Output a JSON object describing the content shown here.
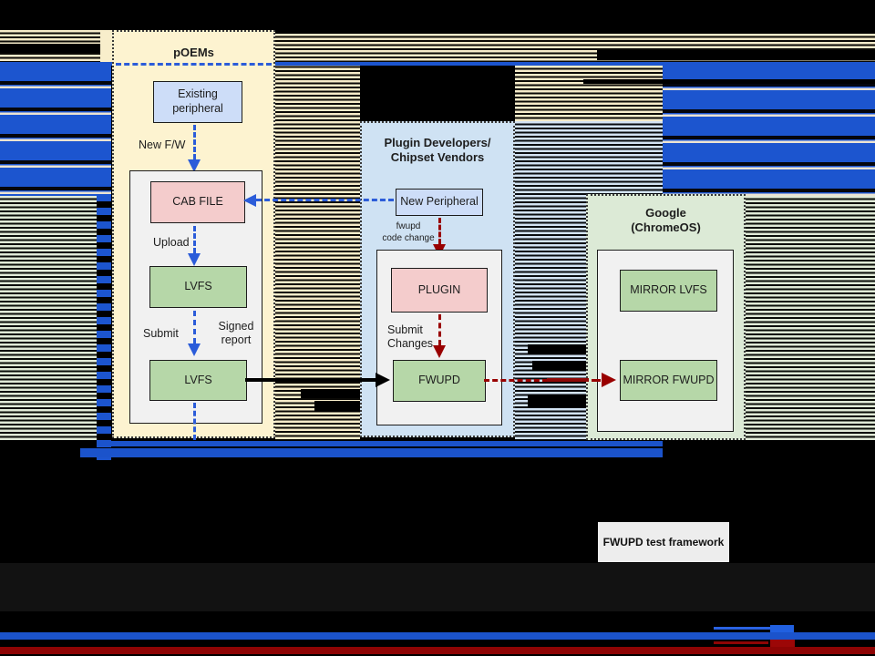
{
  "diagram": {
    "poems": {
      "title": "pOEMs",
      "existing_peripheral": "Existing\nperipheral",
      "new_fw": "New F/W",
      "cab_file": "CAB FILE",
      "upload": "Upload",
      "lvfs_upper": "LVFS",
      "submit": "Submit",
      "signed_report": "Signed\nreport",
      "lvfs_lower": "LVFS"
    },
    "plugin": {
      "title": "Plugin Developers/\nChipset Vendors",
      "new_peripheral": "New Peripheral",
      "fwupd_code_change": "fwupd\ncode change",
      "plugin_box": "PLUGIN",
      "submit_changes": "Submit\nChanges",
      "fwupd_box": "FWUPD"
    },
    "google": {
      "title": "Google\n(ChromeOS)",
      "mirror_lvfs": "MIRROR LVFS",
      "mirror_fwupd": "MIRROR FWUPD"
    },
    "test_framework": "FWUPD test framework",
    "colors": {
      "background": "#000000",
      "glitch_blue": "#1c55cf",
      "glitch_tan": "#f6ecca",
      "glitch_green": "#e0ead7",
      "glitch_lightblue": "#d3e3f3",
      "panel_cream": "#fdf3d0",
      "panel_blue": "#cfe2f3",
      "panel_green": "#dcead6",
      "box_blue": "#cdddf8",
      "box_pink": "#f4cccc",
      "box_green": "#b6d7a8",
      "container_gray": "#f1f1f1",
      "arrow_blue": "#2b5cd9",
      "arrow_red": "#990000",
      "bottom_blue_bar": "#1b53cb",
      "bottom_red_bar": "#8e0404",
      "dark_band": "#121212"
    }
  }
}
